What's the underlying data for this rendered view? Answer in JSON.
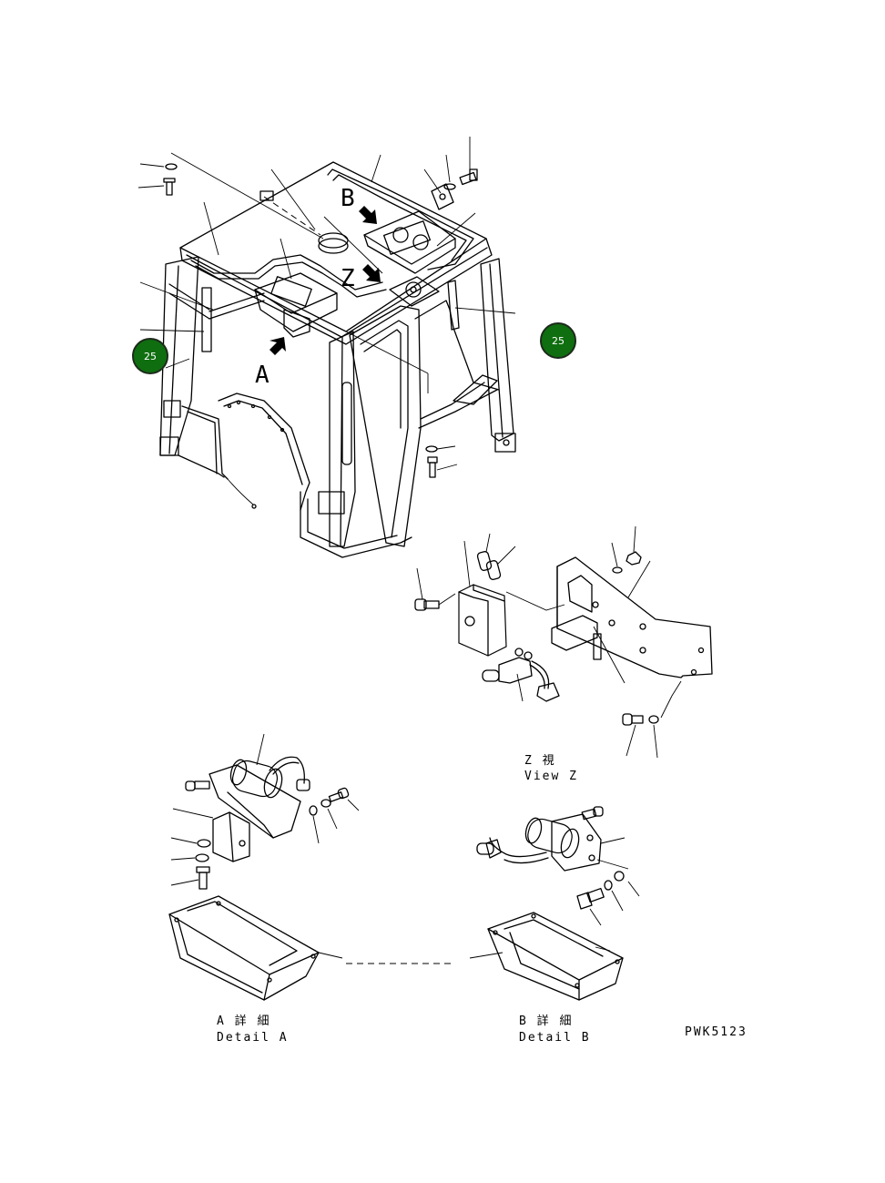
{
  "views": {
    "letter_b": "B",
    "letter_z": "Z",
    "letter_a": "A"
  },
  "callouts": [
    {
      "label": "25",
      "color": "#0f6e0f"
    },
    {
      "label": "25",
      "color": "#0f6e0f"
    }
  ],
  "captions": {
    "view_z_jp": "Z 視",
    "view_z_en": "View Z",
    "detail_a_jp": "A 詳 細",
    "detail_a_en": "Detail A",
    "detail_b_jp": "B 詳 細",
    "detail_b_en": "Detail B"
  },
  "drawing_code": "PWK5123"
}
